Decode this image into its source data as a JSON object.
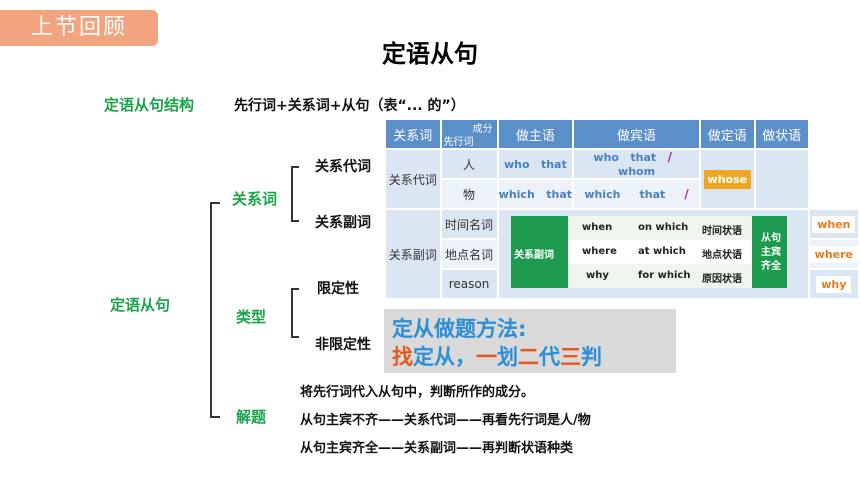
{
  "badge": "上节回顾",
  "title": "定语从句",
  "structure": {
    "label": "定语从句结构",
    "text": "先行词+关系词+从句（表“... 的”）"
  },
  "mind": {
    "root": "定语从句",
    "branch_relword": "关系词",
    "branch_type": "类型",
    "branch_solve": "解题",
    "rel_pronoun": "关系代词",
    "rel_adverb": "关系副词",
    "restrictive": "限定性",
    "nonrestrictive": "非限定性"
  },
  "table": {
    "h_relword": "关系词",
    "h_diag_top": "成分",
    "h_diag_bottom": "先行词",
    "h_subject": "做主语",
    "h_object": "做宾语",
    "h_attr": "做定语",
    "h_adv": "做状语",
    "row_pron": "关系代词",
    "row_adv": "关系副词",
    "person": "人",
    "thing": "物",
    "time": "时间名词",
    "place": "地点名词",
    "reason": "reason",
    "who": "who",
    "that": "that",
    "which": "which",
    "whom": "whom",
    "slash": "/",
    "whose": "whose",
    "adv_tag": "关系副词",
    "adv_note": "从句主宾齐全",
    "rows": [
      {
        "word": "when",
        "eq": "on which",
        "role": "时间状语",
        "tag": "when"
      },
      {
        "word": "where",
        "eq": "at which",
        "role": "地点状语",
        "tag": "where"
      },
      {
        "word": "why",
        "eq": "for which",
        "role": "原因状语",
        "tag": "why"
      }
    ]
  },
  "method": {
    "line1": "定从做题方法:",
    "w1": "找",
    "w2": "定从，",
    "w3": "一",
    "w4": "划",
    "w5": "二",
    "w6": "代",
    "w7": "三",
    "w8": "判"
  },
  "steps": [
    "将先行词代入从句中，判断所作的成分。",
    "从句主宾不齐——关系代词——再看先行词是人/物",
    "从句主宾齐全——关系副词——再判断状语种类"
  ]
}
